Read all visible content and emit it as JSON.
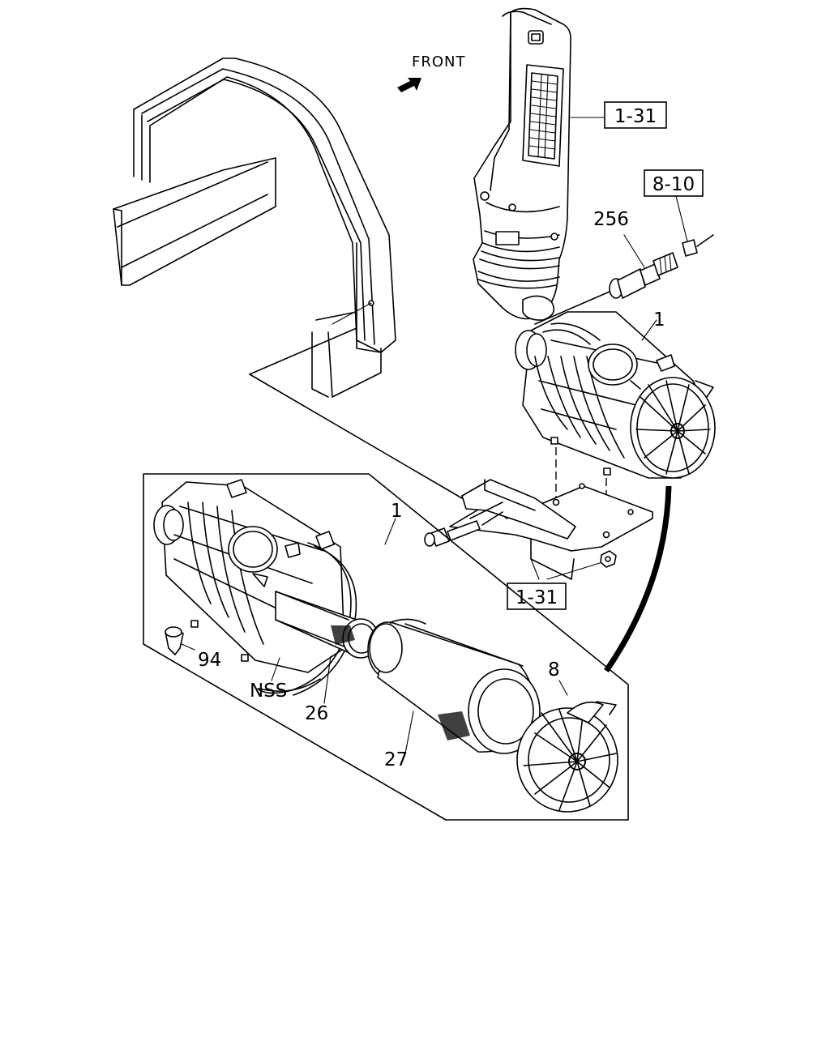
{
  "labels": {
    "front": "FRONT",
    "ref_intake_duct": "1-31",
    "ref_bracket": "1-31",
    "ref_sensor": "8-10",
    "part_indicator": "256",
    "part_air_cleaner_assembled": "1",
    "part_air_cleaner_exploded": "1",
    "part_cover": "8",
    "part_valve": "94",
    "part_nss": "NSS",
    "part_inner_element": "26",
    "part_outer_element": "27"
  }
}
